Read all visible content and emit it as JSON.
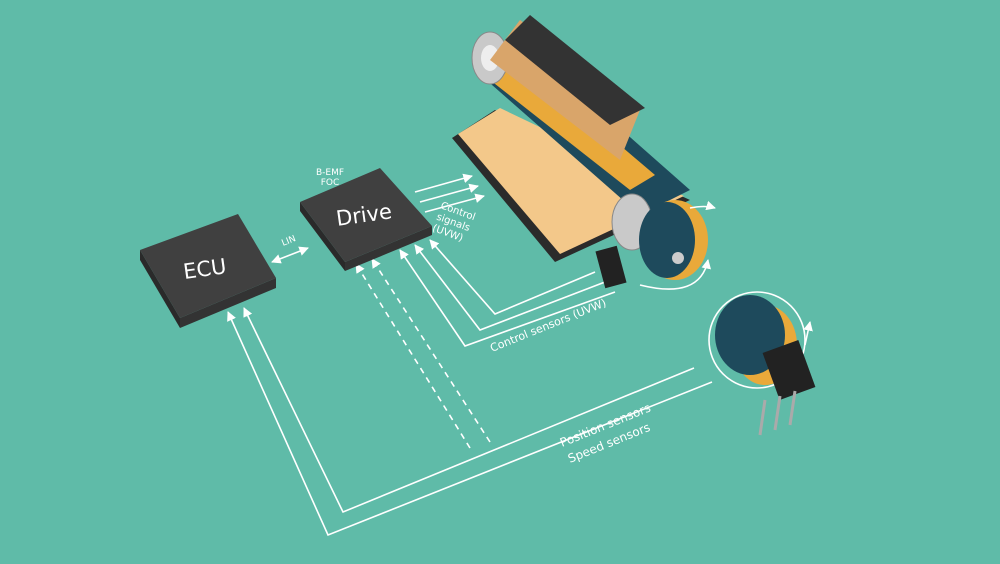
{
  "colors": {
    "background": "#5fbba8",
    "chip": "#3d3d3d",
    "motor_blue": "#1e4a5c",
    "motor_orange": "#e9a93a",
    "copper": "#e0b070"
  },
  "blocks": {
    "ecu": "ECU",
    "drive": "Drive"
  },
  "labels": {
    "lin": "LIN",
    "bemf": "B-EMF",
    "foc": "FOC",
    "control_signals": [
      "Control",
      "signals",
      "(UVW)"
    ],
    "control_sensors": "Control sensors (UVW)",
    "position_sensors": "Position sensors",
    "speed_sensors": "Speed sensors"
  }
}
